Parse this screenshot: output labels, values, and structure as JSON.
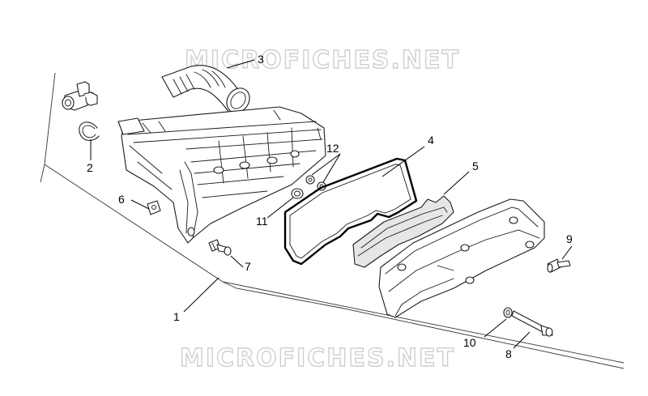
{
  "watermark": {
    "text": "MICROFICHES.NET"
  },
  "callouts": [
    {
      "id": "1",
      "label": "1"
    },
    {
      "id": "2",
      "label": "2"
    },
    {
      "id": "3",
      "label": "3"
    },
    {
      "id": "4",
      "label": "4"
    },
    {
      "id": "5",
      "label": "5"
    },
    {
      "id": "6",
      "label": "6"
    },
    {
      "id": "7",
      "label": "7"
    },
    {
      "id": "8",
      "label": "8"
    },
    {
      "id": "9",
      "label": "9"
    },
    {
      "id": "10",
      "label": "10"
    },
    {
      "id": "11",
      "label": "11"
    },
    {
      "id": "12",
      "label": "12"
    }
  ]
}
